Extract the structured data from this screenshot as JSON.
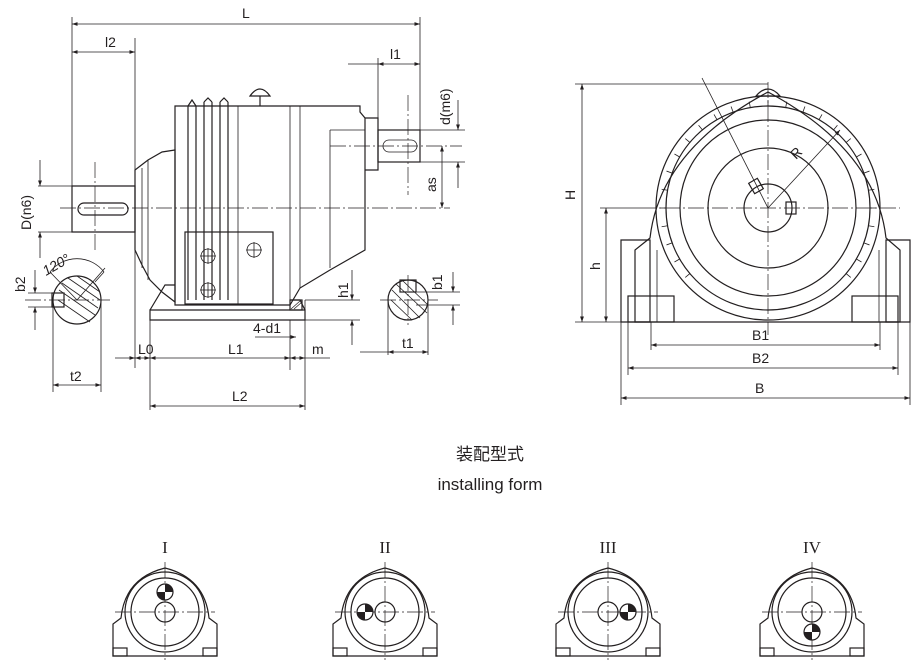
{
  "labels": {
    "L": "L",
    "l2": "l2",
    "l1": "l1",
    "d_m6": "d(m6)",
    "as": "as",
    "D_n6": "D(n6)",
    "b2": "b2",
    "angle": "120°",
    "t2": "t2",
    "h1": "h1",
    "b1": "b1",
    "t1": "t1",
    "four_d1": "4-d1",
    "L0": "L0",
    "L1": "L1",
    "m": "m",
    "L2": "L2",
    "H": "H",
    "h": "h",
    "R": "R",
    "B1": "B1",
    "B2": "B2",
    "B": "B"
  },
  "caption": {
    "zh": "装配型式",
    "en": "installing form"
  },
  "forms": [
    {
      "numeral": "I",
      "marker": "top"
    },
    {
      "numeral": "II",
      "marker": "left"
    },
    {
      "numeral": "III",
      "marker": "right"
    },
    {
      "numeral": "IV",
      "marker": "bottom"
    }
  ]
}
